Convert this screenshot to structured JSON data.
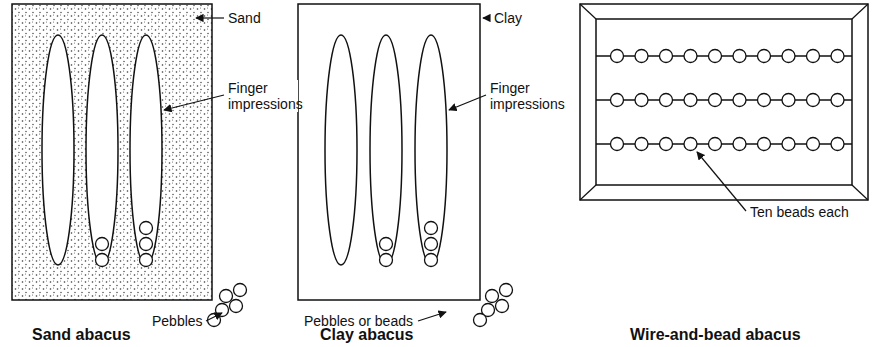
{
  "diagram": {
    "labels": [
      "Sand",
      "Finger impressions",
      "Pebbles",
      "Sand abacus",
      "Clay",
      "Finger impressions",
      "Pebbles or beads",
      "Clay abacus",
      "Ten beads each",
      "Wire-and-bead abacus"
    ]
  }
}
